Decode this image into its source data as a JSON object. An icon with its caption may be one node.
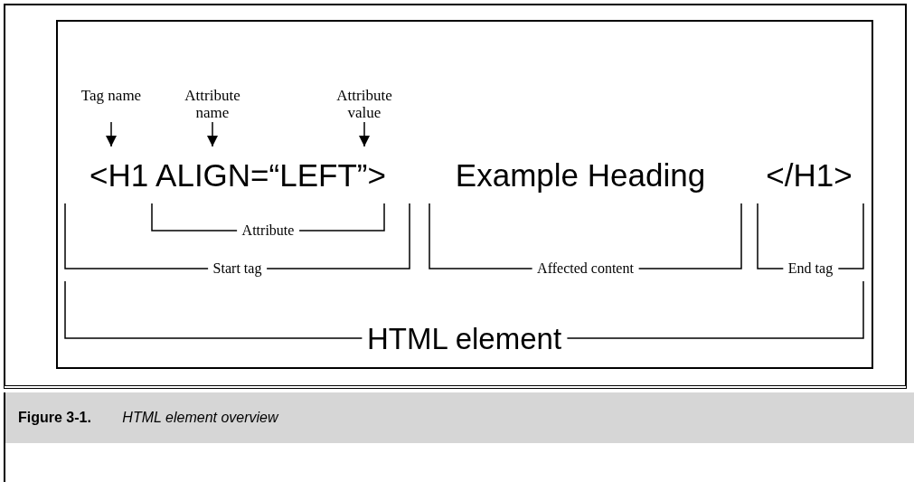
{
  "diagram": {
    "caption": "**Figure 3-1.** *HTML element overview*",
    "nodes": [
      {
        "text": [
          "Tag name"
        ]
      },
      {
        "text": [
          "Attribute name"
        ]
      },
      {
        "text": [
          "Attribute value"
        ]
      }
    ],
    "edges": [
      {
        "from": 0,
        "to": null,
        "arrow": "to"
      },
      {
        "from": 1,
        "to": null,
        "arrow": "to"
      },
      {
        "from": 2,
        "to": null,
        "arrow": "to"
      }
    ],
    "labels": [
      "<H1 ALIGN=“LEFT”>",
      "Example Heading",
      "</H1>",
      "Attribute",
      "Start tag",
      "Affected content",
      "End tag",
      "HTML element"
    ]
  }
}
